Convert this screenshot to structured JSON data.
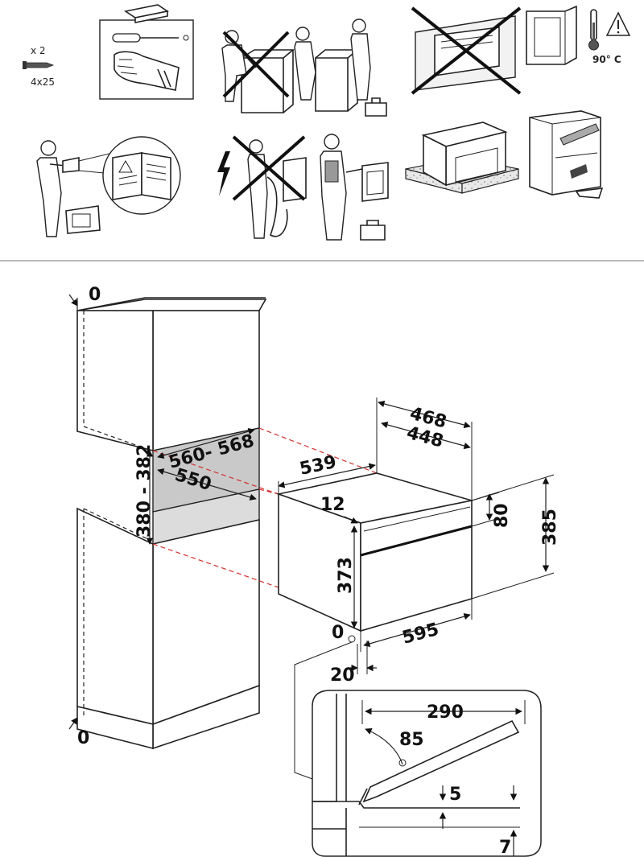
{
  "screw": {
    "quantity": "x 2",
    "size": "4x25"
  },
  "warning": {
    "temperature": "90° C"
  },
  "dimensions": {
    "top_gap": "0",
    "bottom_gap": "0",
    "niche_height": "380 - 382",
    "niche_depth": "560- 568",
    "niche_width": "550",
    "oven_depth": "539",
    "frame_depth_outer": "468",
    "frame_depth_inner": "448",
    "top_panel": "12",
    "panel_height": "80",
    "total_height": "385",
    "body_height": "373",
    "width": "595",
    "front_gap": "0",
    "front_protrusion": "20",
    "door_length": "290",
    "door_angle": "85",
    "clearance_top": "5",
    "clearance_bottom": "7"
  }
}
